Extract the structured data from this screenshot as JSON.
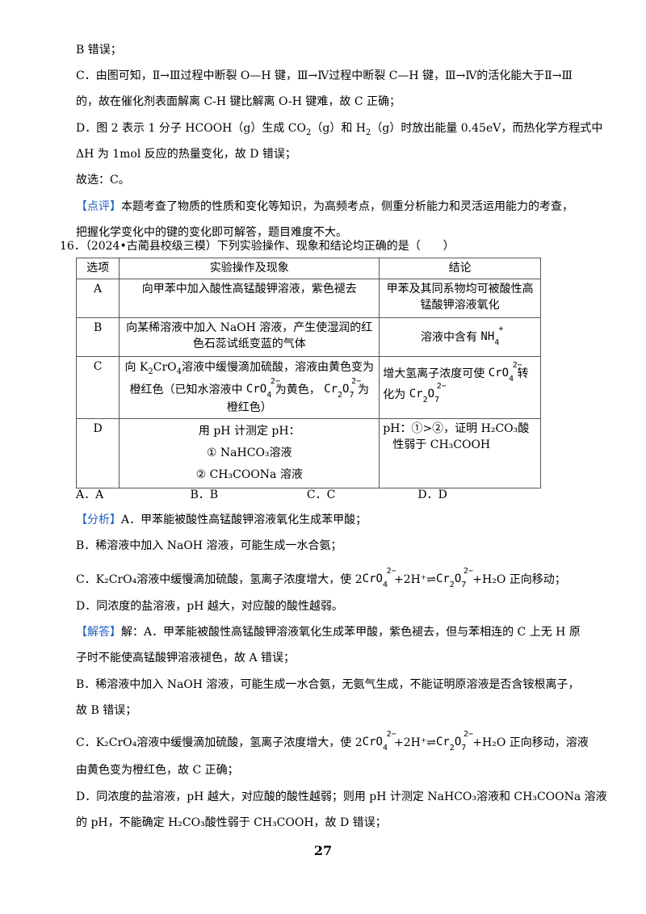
{
  "lines": {
    "b_wrong": "B 错误；",
    "c_line1": "C．由图可知，Ⅱ→Ⅲ过程中断裂 O—H 键，Ⅲ→Ⅳ过程中断裂 C—H 键，Ⅲ→Ⅳ的活化能大于Ⅱ→Ⅲ",
    "c_line2": "的，故在催化剂表面解离 C-H 键比解离 O-H 键难，故 C 正确；",
    "d_line1_a": "D．图 2 表示 1 分子 HCOOH（g）生成 CO",
    "d_line1_b": "（g）和 H",
    "d_line1_c": "（g）时放出能量 0.45eV，而热化学方程式中",
    "d_line2": "ΔH 为 1mol 反应的热量变化，故 D 错误；",
    "answer": "故选：C。",
    "comment_tag": "【点评】",
    "comment_1": "本题考查了物质的性质和变化等知识，为高频考点，侧重分析能力和灵活运用能力的考查，",
    "comment_2": "把握化学变化中的键的变化即可解答，题目难度不大。",
    "q16": "16．（2024•古蔺县校级三模）下列实验操作、现象和结论均正确的是（　　）"
  },
  "table": {
    "headers": [
      "选项",
      "实验操作及现象",
      "结论"
    ],
    "rows": {
      "A": {
        "opt": "A",
        "op": "向甲苯中加入酸性高锰酸钾溶液，紫色褪去",
        "con": "甲苯及其同系物均可被酸性高锰酸钾溶液氧化"
      },
      "B": {
        "opt": "B",
        "op": "向某稀溶液中加入 NaOH 溶液，产生使湿润的红色石蕊试纸变蓝的气体",
        "con": "溶液中含有"
      },
      "C": {
        "opt": "C",
        "op_a": "向 K",
        "op_b": "CrO",
        "op_c": "溶液中缓慢滴加硫酸，溶液由黄色变为",
        "op_d": "橙红色（已知水溶液中",
        "op_e": "为黄色，",
        "op_f": "为",
        "op_g": "橙红色）",
        "con_a": "增大氢离子浓度可使",
        "con_b": "转",
        "con_c": "化为"
      },
      "D": {
        "opt": "D",
        "op_1": "用 pH 计测定 pH：",
        "op_2": "① NaHCO₃溶液",
        "op_3": "② CH₃COONa 溶液",
        "con_1": "pH：①>②，证明 H₂CO₃酸",
        "con_2": "性弱于 CH₃COOH"
      }
    }
  },
  "choices": [
    "A．A",
    "B．B",
    "C．C",
    "D．D"
  ],
  "analysis": {
    "tag": "【分析】",
    "a": "A．甲苯能被酸性高锰酸钾溶液氧化生成苯甲酸；",
    "b": "B．稀溶液中加入 NaOH 溶液，可能生成一水合氨；",
    "c_a": "C．K₂CrO₄溶液中缓慢滴加硫酸，氢离子浓度增大，使 2",
    "c_b": "+2H⁺⇌",
    "c_c": "+H₂O 正向移动；",
    "d": "D．同浓度的盐溶液，pH 越大，对应酸的酸性越弱。"
  },
  "solution": {
    "tag": "【解答】",
    "a1": "解：A．甲苯能被酸性高锰酸钾溶液氧化生成苯甲酸，紫色褪去，但与苯相连的 C 上无 H 原",
    "a2": "子时不能使高锰酸钾溶液褪色，故 A 错误；",
    "b1": "B．稀溶液中加入 NaOH 溶液，可能生成一水合氨，无氨气生成，不能证明原溶液是否含铵根离子，",
    "b2": "故 B 错误；",
    "c1_a": "C．K₂CrO₄溶液中缓慢滴加硫酸，氢离子浓度增大，使 2",
    "c1_b": "+2H⁺⇌",
    "c1_c": "+H₂O 正向移动，溶液",
    "c2": "由黄色变为橙红色，故 C 正确；",
    "d1": "D．同浓度的盐溶液，pH 越大，对应酸的酸性越弱；则用 pH 计测定 NaHCO₃溶液和 CH₃COONa 溶液",
    "d2": "的 pH，不能确定 H₂CO₃酸性弱于 CH₃COOH，故 D 错误；"
  },
  "ions": {
    "nh4": "NH",
    "nh4_sub": "4",
    "nh4_sup": "+",
    "cro4": "CrO",
    "cro4_sub": "4",
    "cro4_sup": "2−",
    "cr2o7_a": "Cr",
    "cr2o7_sub1": "2",
    "cr2o7_b": "O",
    "cr2o7_sub2": "7",
    "cr2o7_sup": "2−"
  },
  "page_number": "27"
}
